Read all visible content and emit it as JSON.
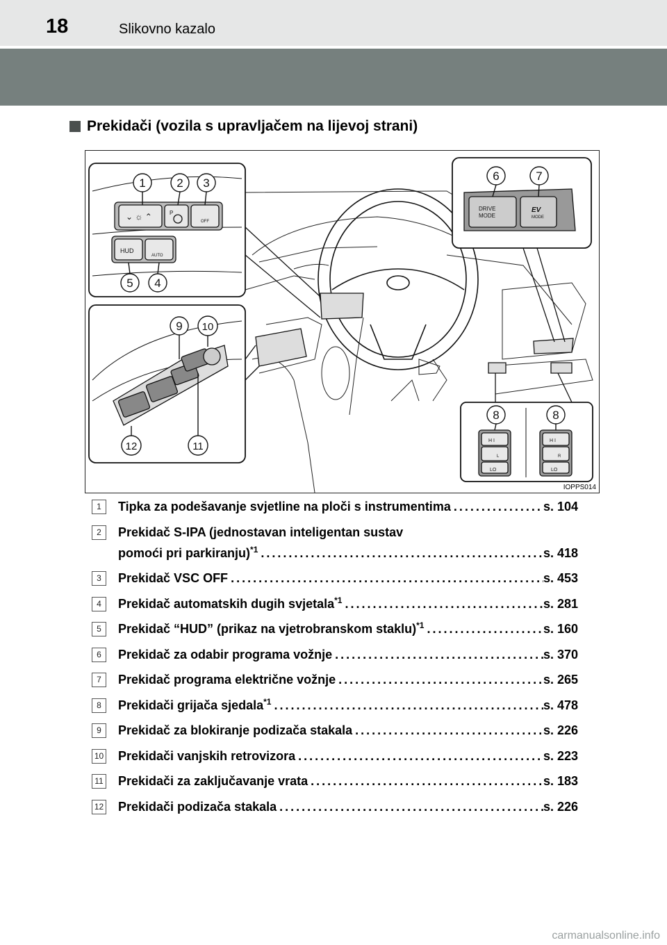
{
  "header": {
    "page_number": "18",
    "title": "Slikovno kazalo"
  },
  "section": {
    "title": "Prekidači (vozila s upravljačem na lijevoj strani)"
  },
  "figure": {
    "code": "IOPPS014",
    "callouts": [
      "1",
      "2",
      "3",
      "4",
      "5",
      "6",
      "7",
      "8",
      "8",
      "9",
      "10",
      "11",
      "12"
    ],
    "button_labels": {
      "hud": "HUD",
      "auto": "AUTO",
      "p": "P",
      "off": "OFF",
      "drive": "DRIVE",
      "mode": "MODE",
      "ev": "EV",
      "ev_mode": "MODE",
      "hi": "H I",
      "lo": "LO",
      "l": "L",
      "r": "R"
    }
  },
  "items": [
    {
      "num": "1",
      "label": "Tipka za podešavanje svjetline na ploči s instrumentima",
      "sup": "",
      "page": "s. 104"
    },
    {
      "num": "2",
      "label": "Prekidač S-IPA (jednostavan inteligentan sustav",
      "label2": "pomoći pri parkiranju)",
      "sup": "*1",
      "page": "s. 418"
    },
    {
      "num": "3",
      "label": "Prekidač VSC OFF",
      "sup": "",
      "page": "s. 453"
    },
    {
      "num": "4",
      "label": "Prekidač automatskih dugih svjetala",
      "sup": "*1",
      "page": "s. 281"
    },
    {
      "num": "5",
      "label": "Prekidač “HUD” (prikaz na vjetrobranskom staklu)",
      "sup": "*1",
      "page": "s. 160"
    },
    {
      "num": "6",
      "label": "Prekidač za odabir programa vožnje",
      "sup": "",
      "page": "s. 370"
    },
    {
      "num": "7",
      "label": "Prekidač programa električne vožnje",
      "sup": "",
      "page": "s. 265"
    },
    {
      "num": "8",
      "label": "Prekidači grijača sjedala",
      "sup": "*1",
      "page": "s. 478"
    },
    {
      "num": "9",
      "label": "Prekidač za blokiranje podizača stakala",
      "sup": "",
      "page": "s. 226"
    },
    {
      "num": "10",
      "label": "Prekidači vanjskih retrovizora",
      "sup": "",
      "page": "s. 223"
    },
    {
      "num": "11",
      "label": "Prekidači za zaključavanje vrata",
      "sup": "",
      "page": "s. 183"
    },
    {
      "num": "12",
      "label": "Prekidači podizača stakala",
      "sup": "",
      "page": "s. 226"
    }
  ],
  "watermark": "carmanualsonline.info"
}
